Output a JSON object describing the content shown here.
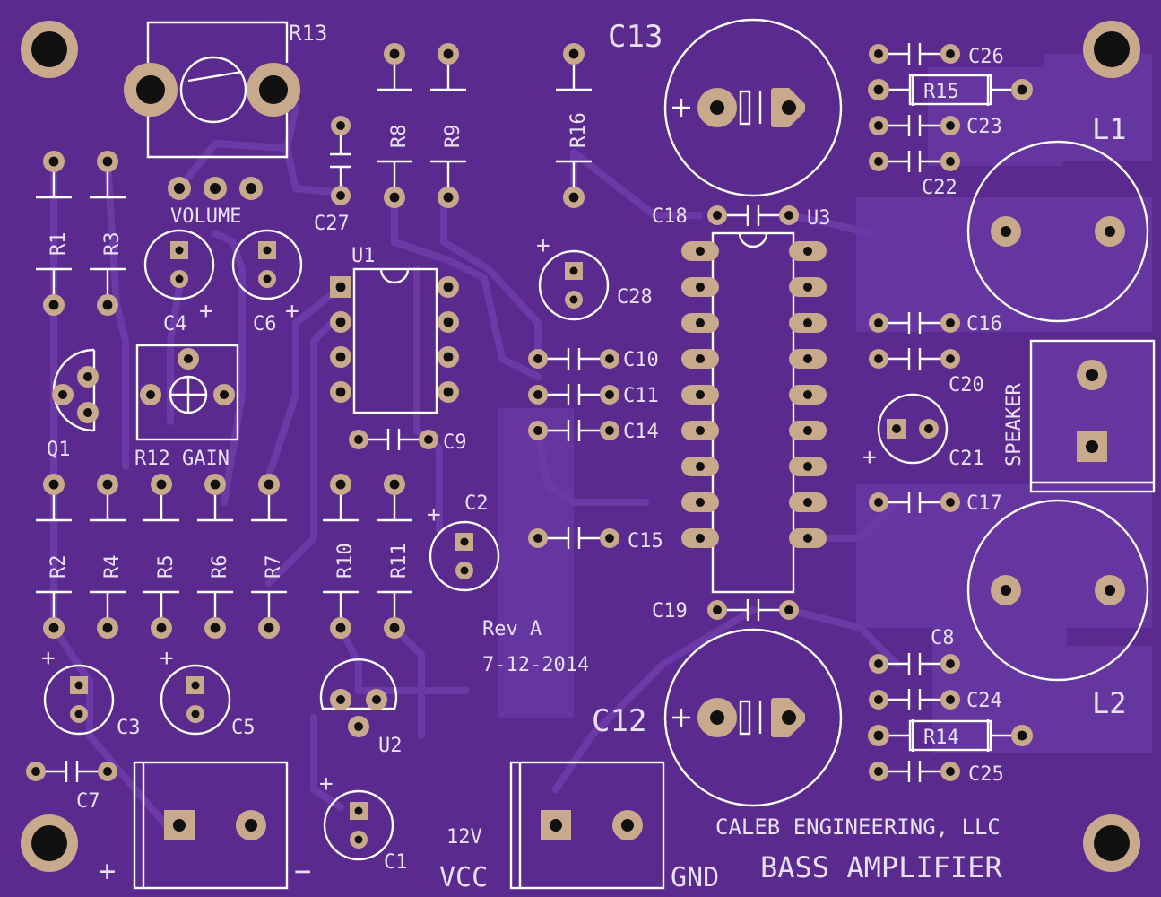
{
  "board": {
    "title": "BASS AMPLIFIER",
    "company": "CALEB ENGINEERING, LLC",
    "revision": "Rev A",
    "date": "7-12-2014",
    "colors": {
      "board": "#5a2a8f",
      "pad": "#c9a98c",
      "silkscreen": "#ffffff"
    }
  },
  "labels": {
    "R13": "R13",
    "VOLUME": "VOLUME",
    "R12_GAIN": "R12 GAIN",
    "C13": "C13",
    "C12": "C12",
    "L1": "L1",
    "L2": "L2",
    "SPEAKER": "SPEAKER",
    "U1": "U1",
    "U2": "U2",
    "U3": "U3",
    "Q1": "Q1",
    "R1": "R1",
    "R2": "R2",
    "R3": "R3",
    "R4": "R4",
    "R5": "R5",
    "R6": "R6",
    "R7": "R7",
    "R8": "R8",
    "R9": "R9",
    "R10": "R10",
    "R11": "R11",
    "R14": "R14",
    "R15": "R15",
    "R16": "R16",
    "C1": "C1",
    "C2": "C2",
    "C3": "C3",
    "C4": "C4",
    "C5": "C5",
    "C6": "C6",
    "C7": "C7",
    "C8": "C8",
    "C9": "C9",
    "C10": "C10",
    "C11": "C11",
    "C14": "C14",
    "C15": "C15",
    "C16": "C16",
    "C17": "C17",
    "C18": "C18",
    "C19": "C19",
    "C20": "C20",
    "C21": "C21",
    "C22": "C22",
    "C23": "C23",
    "C24": "C24",
    "C25": "C25",
    "C26": "C26",
    "C27": "C27",
    "C28": "C28",
    "V12": "12V",
    "VCC": "VCC",
    "GND": "GND",
    "plus": "+",
    "minus": "−",
    "plus_sign": "+"
  }
}
